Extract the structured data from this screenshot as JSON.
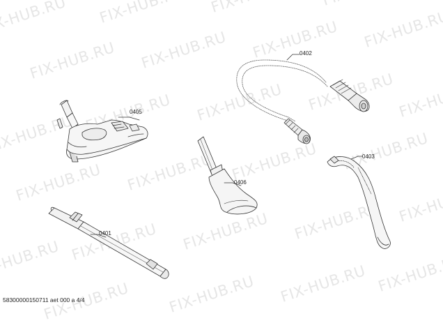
{
  "watermark": "FIX-HUB.RU",
  "parts": {
    "p0401": "0401",
    "p0402": "0402",
    "p0403": "0403",
    "p0405": "0405",
    "p0406": "0406"
  },
  "footer": "58300000150711 aet 000 a 4/4"
}
